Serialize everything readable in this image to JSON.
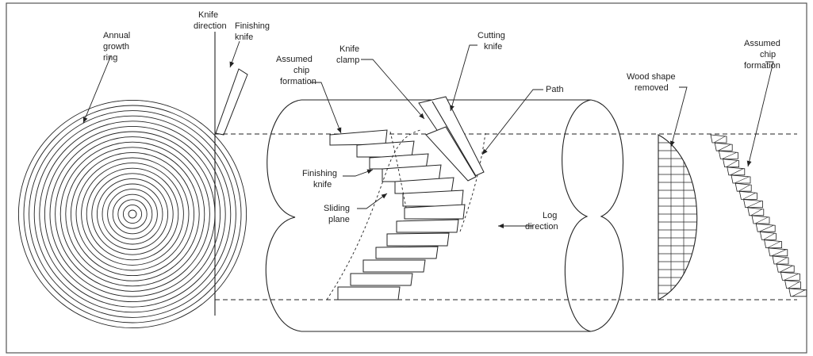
{
  "labels": {
    "annual_growth_ring": [
      "Annual",
      "growth",
      "ring"
    ],
    "knife_direction": [
      "Knife",
      "direction"
    ],
    "finishing_knife_top": [
      "Finishing",
      "knife"
    ],
    "assumed_chip_formation_left": [
      "Assumed",
      "chip",
      "formation"
    ],
    "knife_clamp": [
      "Knife",
      "clamp"
    ],
    "cutting_knife": [
      "Cutting",
      "knife"
    ],
    "path": [
      "Path"
    ],
    "wood_shape_removed": [
      "Wood shape",
      "removed"
    ],
    "assumed_chip_formation_right": [
      "Assumed",
      "chip",
      "formation"
    ],
    "finishing_knife_mid": [
      "Finishing",
      "knife"
    ],
    "sliding_plane": [
      "Sliding",
      "plane"
    ],
    "log_direction": [
      "Log",
      "direction"
    ]
  }
}
